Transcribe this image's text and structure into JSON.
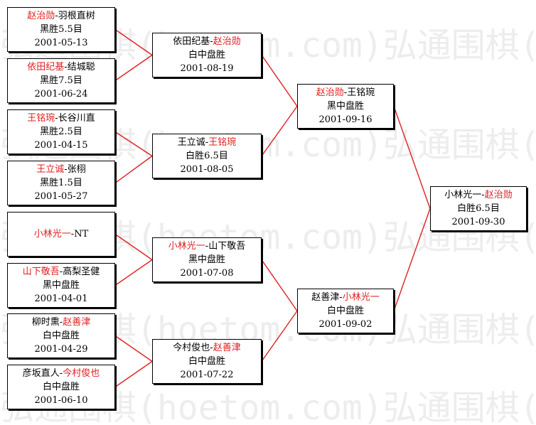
{
  "watermark": "弘通围棋(hoetom.com)弘通围棋(hoetom.com)",
  "line_color": "#e02020",
  "winner_color": "#e02020",
  "round1": [
    {
      "p1": "赵治勋",
      "p2": "羽根直树",
      "winner": 1,
      "result": "黑胜5.5目",
      "date": "2001-05-13"
    },
    {
      "p1": "依田纪基",
      "p2": "结城聪",
      "winner": 1,
      "result": "黑胜7.5目",
      "date": "2001-06-24"
    },
    {
      "p1": "王铭琬",
      "p2": "长谷川直",
      "winner": 1,
      "result": "黑胜2.5目",
      "date": "2001-04-15"
    },
    {
      "p1": "王立诚",
      "p2": "张栩",
      "winner": 1,
      "result": "黑胜1.5目",
      "date": "2001-05-27"
    },
    {
      "p1": "小林光一",
      "p2": "NT",
      "winner": 1,
      "result": "",
      "date": ""
    },
    {
      "p1": "山下敬吾",
      "p2": "高梨圣健",
      "winner": 1,
      "result": "黑中盘胜",
      "date": "2001-04-01"
    },
    {
      "p1": "柳时熏",
      "p2": "赵善津",
      "winner": 2,
      "result": "白中盘胜",
      "date": "2001-04-29"
    },
    {
      "p1": "彦坂直人",
      "p2": "今村俊也",
      "winner": 2,
      "result": "白中盘胜",
      "date": "2001-06-10"
    }
  ],
  "round2": [
    {
      "p1": "依田纪基",
      "p2": "赵治勋",
      "winner": 2,
      "result": "白中盘胜",
      "date": "2001-08-19"
    },
    {
      "p1": "王立诚",
      "p2": "王铭琬",
      "winner": 2,
      "result": "白胜6.5目",
      "date": "2001-08-05"
    },
    {
      "p1": "小林光一",
      "p2": "山下敬吾",
      "winner": 1,
      "result": "黑中盘胜",
      "date": "2001-07-08"
    },
    {
      "p1": "今村俊也",
      "p2": "赵善津",
      "winner": 2,
      "result": "白中盘胜",
      "date": "2001-07-22"
    }
  ],
  "semifinal": [
    {
      "p1": "赵治勋",
      "p2": "王铭琬",
      "winner": 1,
      "result": "黑中盘胜",
      "date": "2001-09-16"
    },
    {
      "p1": "赵善津",
      "p2": "小林光一",
      "winner": 2,
      "result": "白中盘胜",
      "date": "2001-09-02"
    }
  ],
  "final": [
    {
      "p1": "小林光一",
      "p2": "赵治勋",
      "winner": 2,
      "result": "白胜6.5目",
      "date": "2001-09-30"
    }
  ]
}
